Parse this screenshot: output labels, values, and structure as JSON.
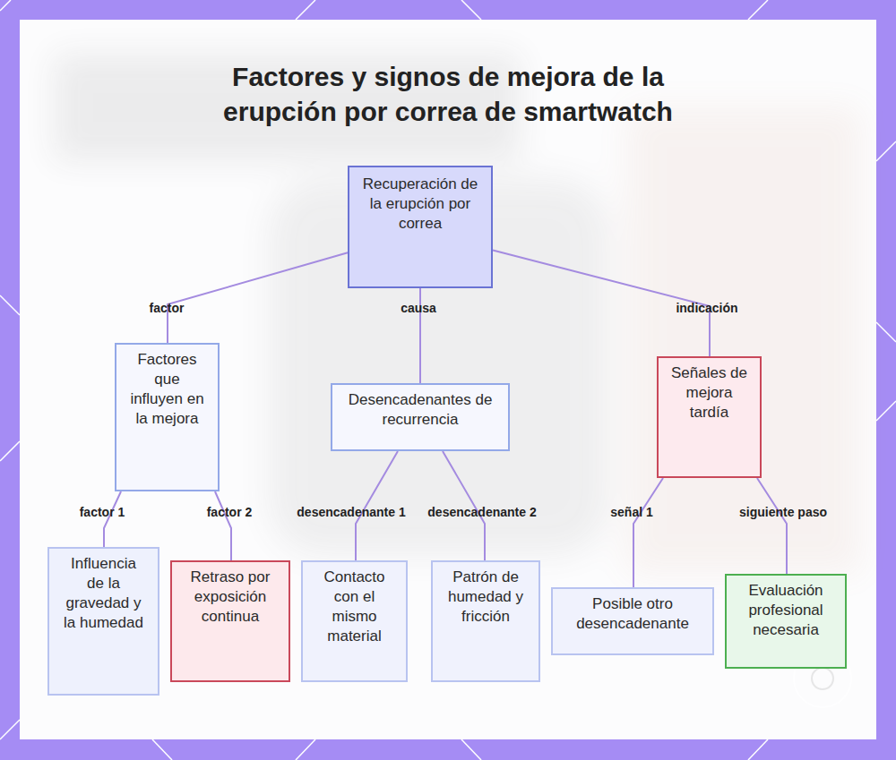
{
  "diagram": {
    "title": "Factores y signos de mejora de la erupción por correa de smartwatch",
    "nodes": [
      {
        "text": [
          "Recuperación de la erupción por correa"
        ]
      },
      {
        "text": [
          "Factores que influyen en la mejora"
        ]
      },
      {
        "text": [
          "Desencadenantes de recurrencia"
        ]
      },
      {
        "text": [
          "Señales de mejora tardía"
        ]
      },
      {
        "text": [
          "Influencia de la gravedad y la humedad"
        ]
      },
      {
        "text": [
          "Retraso por exposición continua"
        ]
      },
      {
        "text": [
          "Contacto con el mismo material"
        ]
      },
      {
        "text": [
          "Patrón de humedad y fricción"
        ]
      },
      {
        "text": [
          "Posible otro desencadenante"
        ]
      },
      {
        "text": [
          "Evaluación profesional necesaria"
        ]
      }
    ],
    "edges": [
      {
        "from": 0,
        "to": 1,
        "arrow": "none",
        "label": "factor"
      },
      {
        "from": 0,
        "to": 2,
        "arrow": "none",
        "label": "causa"
      },
      {
        "from": 0,
        "to": 3,
        "arrow": "none",
        "label": "indicación"
      },
      {
        "from": 1,
        "to": 4,
        "arrow": "none",
        "label": "factor 1"
      },
      {
        "from": 1,
        "to": 5,
        "arrow": "none",
        "label": "factor 2"
      },
      {
        "from": 2,
        "to": 6,
        "arrow": "none",
        "label": "desencadenante 1"
      },
      {
        "from": 2,
        "to": 7,
        "arrow": "none",
        "label": "desencadenante 2"
      },
      {
        "from": 3,
        "to": 8,
        "arrow": "none",
        "label": "señal 1"
      },
      {
        "from": 3,
        "to": 9,
        "arrow": "none",
        "label": "siguiente paso"
      }
    ]
  }
}
